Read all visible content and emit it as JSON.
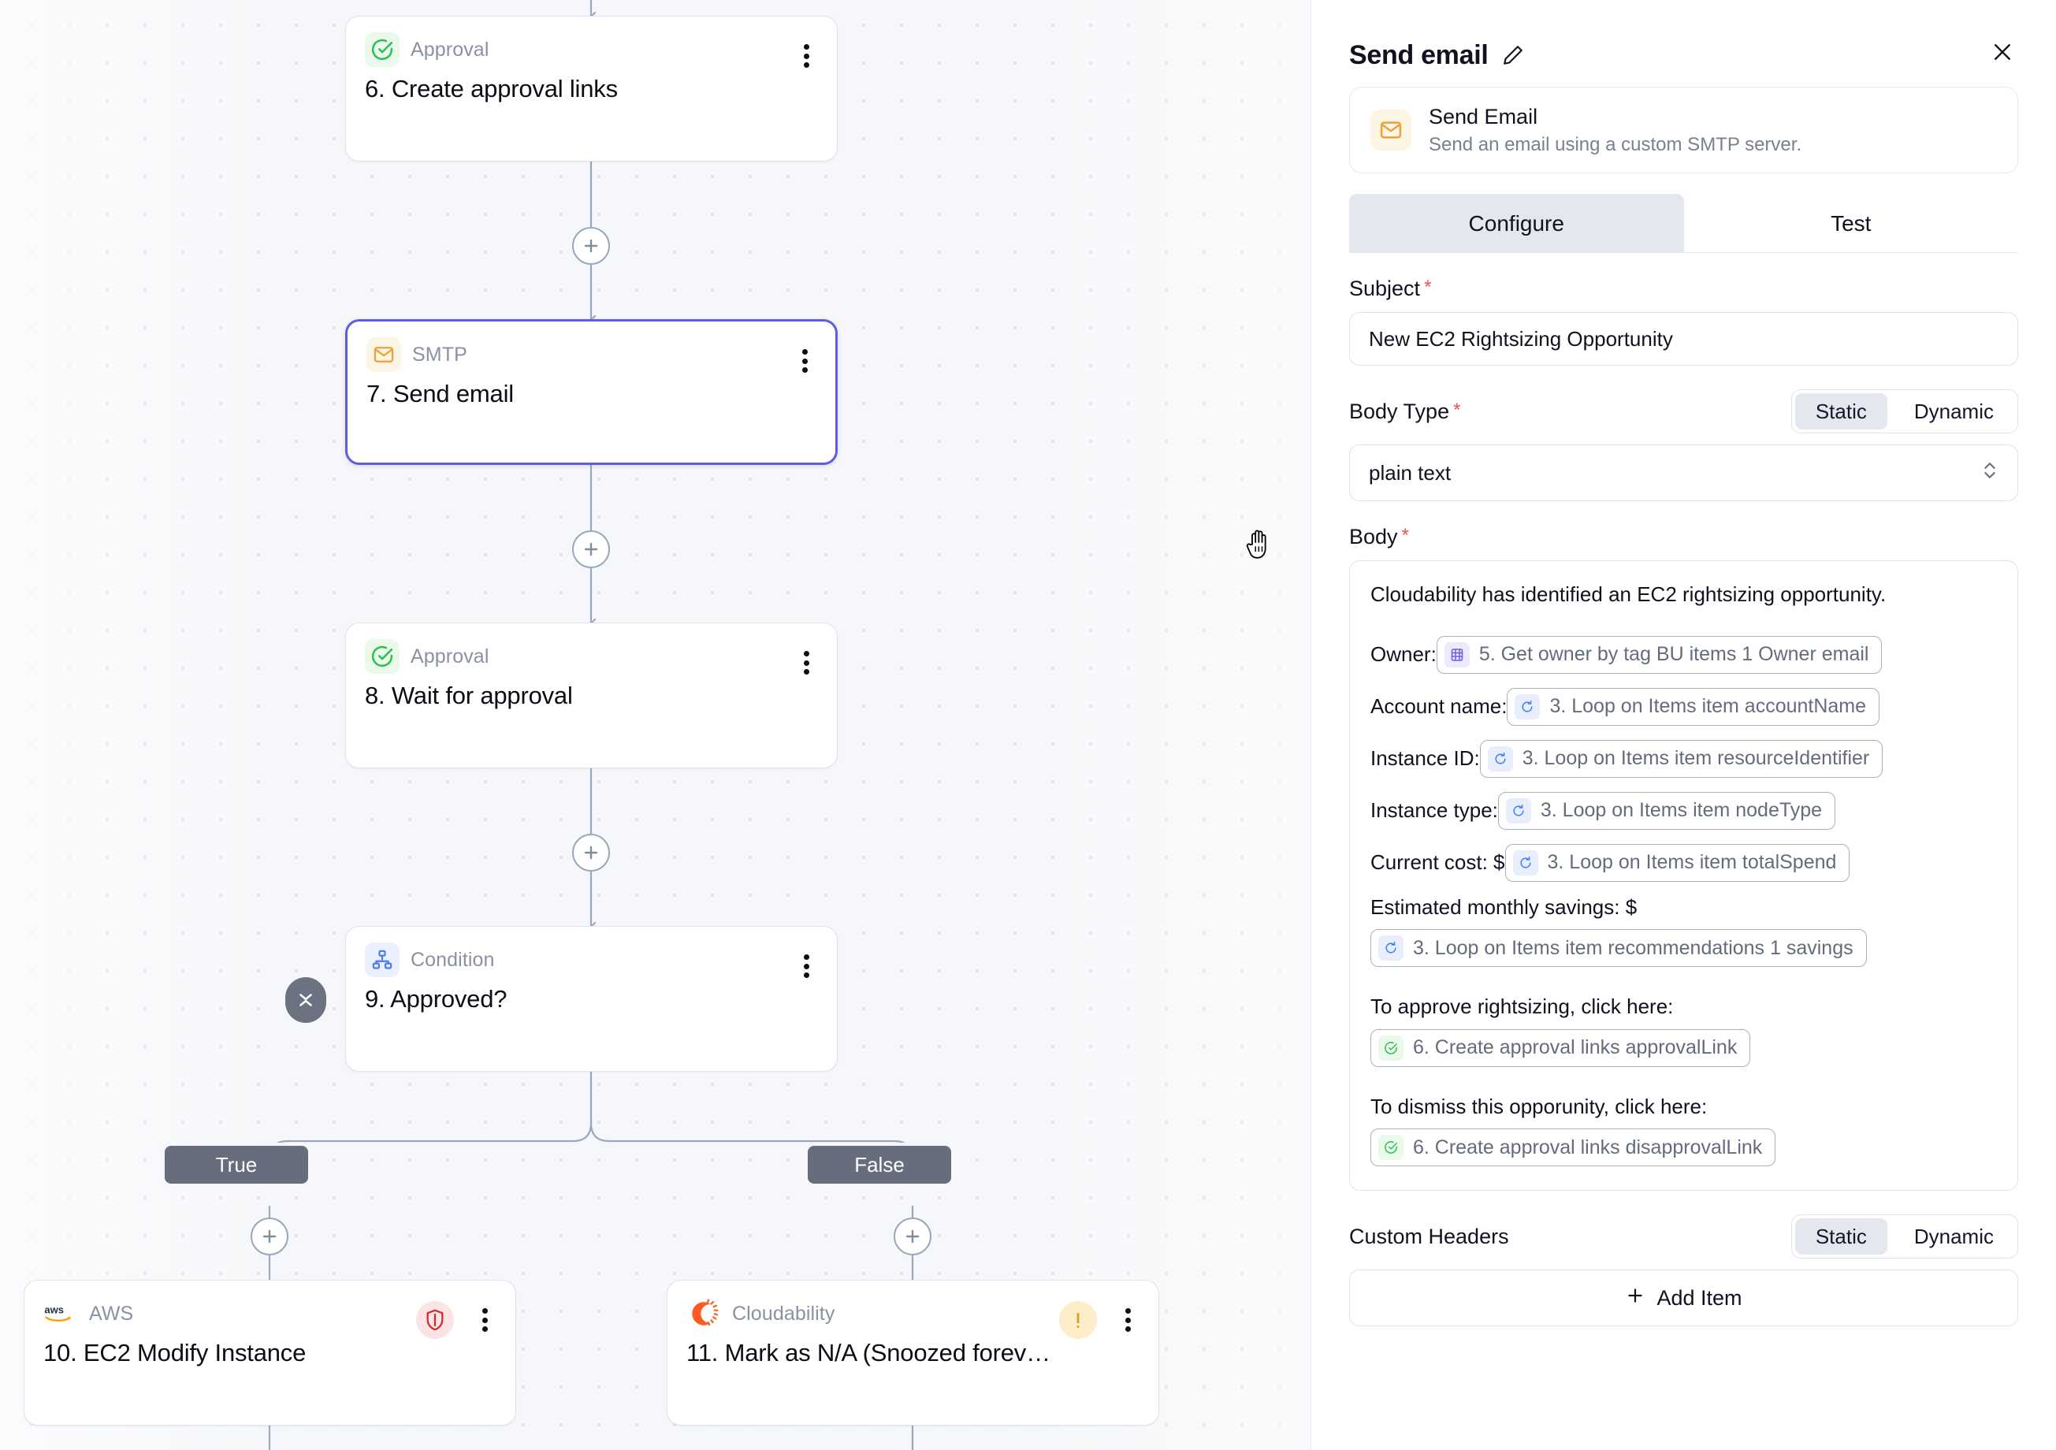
{
  "canvas": {
    "nodes": [
      {
        "type": "Approval",
        "title": "6. Create approval links",
        "icon": "check-circle-icon",
        "badge": "green"
      },
      {
        "type": "SMTP",
        "title": "7. Send email",
        "icon": "envelope-icon",
        "badge": "yellow",
        "selected": true
      },
      {
        "type": "Approval",
        "title": "8. Wait for approval",
        "icon": "check-circle-icon",
        "badge": "green"
      },
      {
        "type": "Condition",
        "title": "9. Approved?",
        "icon": "sitemap-icon",
        "badge": "blue"
      },
      {
        "type": "AWS",
        "title": "10. EC2 Modify Instance",
        "icon": "aws-logo-icon",
        "badge": "plain",
        "warning": "shield-alert-icon"
      },
      {
        "type": "Cloudability",
        "title": "11. Mark as N/A (Snoozed forev…",
        "icon": "cloudability-logo-icon",
        "badge": "plain",
        "warning": "exclamation-alert-icon"
      }
    ],
    "branch_labels": {
      "true": "True",
      "false": "False"
    },
    "add_button_label": "+",
    "cursor": "grab-cursor"
  },
  "panel": {
    "title": "Send email",
    "edit_icon": "pencil-icon",
    "close_icon": "close-icon",
    "action": {
      "icon": "envelope-icon",
      "name": "Send Email",
      "description": "Send an email using a custom SMTP server."
    },
    "tabs": [
      {
        "label": "Configure",
        "active": true
      },
      {
        "label": "Test",
        "active": false
      }
    ],
    "subject": {
      "label": "Subject",
      "required": "*",
      "value": "New EC2 Rightsizing Opportunity"
    },
    "body_type": {
      "label": "Body Type",
      "required": "*",
      "toggle": {
        "static": "Static",
        "dynamic": "Dynamic",
        "selected": "Static"
      },
      "value": "plain text"
    },
    "body": {
      "label": "Body",
      "required": "*",
      "intro": "Cloudability has identified an EC2 rightsizing opportunity.",
      "rows": [
        {
          "label": "Owner:",
          "token": "5. Get owner by tag BU items 1 Owner email",
          "token_icon": "table-icon",
          "token_icon_style": "purple"
        },
        {
          "label": "Account name:",
          "token": "3. Loop on Items item accountName",
          "token_icon": "loop-icon",
          "token_icon_style": "blue"
        },
        {
          "label": "Instance ID:",
          "token": "3. Loop on Items item resourceIdentifier",
          "token_icon": "loop-icon",
          "token_icon_style": "blue"
        },
        {
          "label": "Instance type:",
          "token": "3. Loop on Items item nodeType",
          "token_icon": "loop-icon",
          "token_icon_style": "blue"
        },
        {
          "label": "Current cost: $",
          "token": "3. Loop on Items item totalSpend",
          "token_icon": "loop-icon",
          "token_icon_style": "blue"
        }
      ],
      "savings_label": "Estimated monthly savings: $",
      "savings_token": "3. Loop on Items item recommendations 1 savings",
      "savings_token_icon": "loop-icon",
      "approve_label": "To approve rightsizing, click here:",
      "approve_token": "6. Create approval links approvalLink",
      "approve_token_icon": "check-circle-icon",
      "dismiss_label": "To dismiss this opporunity, click here:",
      "dismiss_token": "6. Create approval links disapprovalLink",
      "dismiss_token_icon": "check-circle-icon"
    },
    "custom_headers": {
      "label": "Custom Headers",
      "toggle": {
        "static": "Static",
        "dynamic": "Dynamic",
        "selected": "Static"
      },
      "add_item": "Add Item",
      "add_icon": "plus-icon"
    }
  },
  "colors": {
    "accent": "#5a5fe0",
    "canvas_bg": "#f6f7fa",
    "edge": "#9aa8bd",
    "branch_pill": "#666d7d",
    "green": "#2fbf4d",
    "yellow": "#e8a33d",
    "red": "#d0262c",
    "amber": "#e09b25",
    "orange": "#ff5a1f"
  }
}
